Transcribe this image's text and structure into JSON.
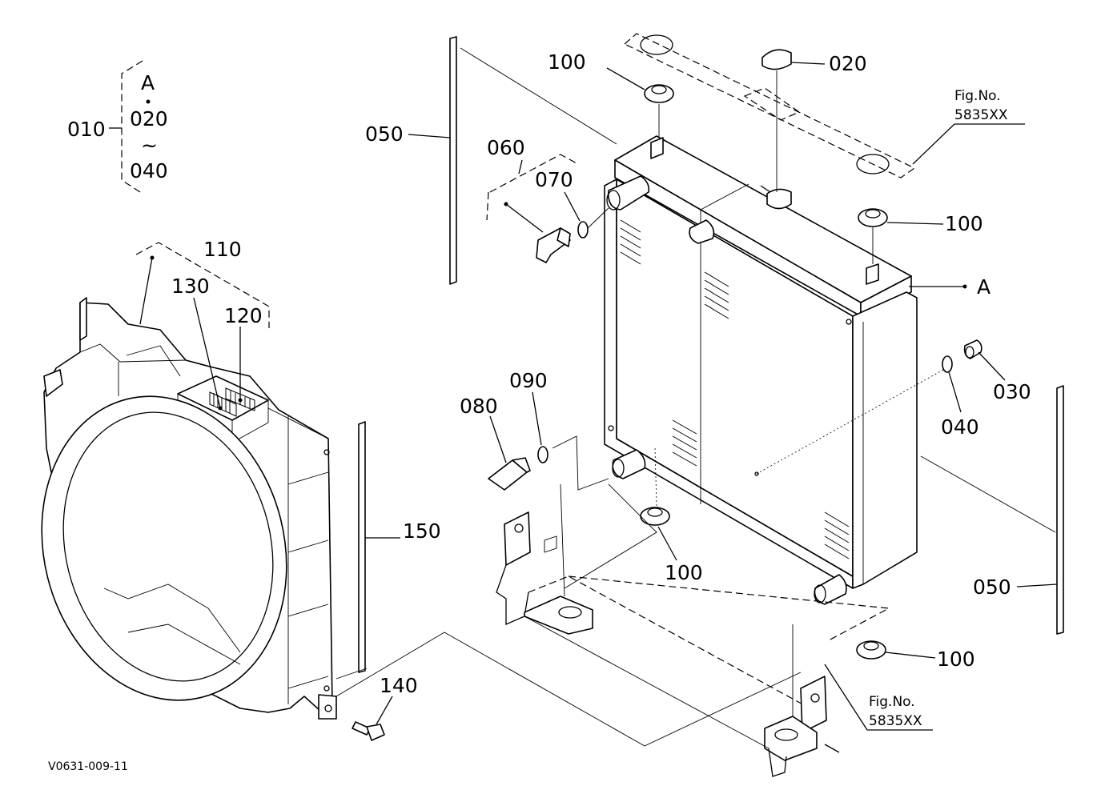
{
  "diagram": {
    "group_010": {
      "number": "010",
      "members": [
        "A",
        "020",
        "~",
        "040"
      ]
    },
    "group_110": {
      "number": "110",
      "members": [
        "130",
        "120"
      ]
    },
    "group_060": {
      "number": "060",
      "members": [
        "070"
      ]
    },
    "callouts": {
      "c050_left": "050",
      "c050_right": "050",
      "c060": "060",
      "c070": "070",
      "c080": "080",
      "c090": "090",
      "c100_top": "100",
      "c100_right": "100",
      "c100_mid": "100",
      "c100_bottom": "100",
      "c020": "020",
      "c030": "030",
      "c040": "040",
      "c110": "110",
      "c120": "120",
      "c130": "130",
      "c140": "140",
      "c150": "150",
      "cA": "A"
    },
    "fig_refs": {
      "top": {
        "line1": "Fig.No.",
        "line2": "5835XX"
      },
      "bottom": {
        "line1": "Fig.No.",
        "line2": "5835XX"
      }
    },
    "drawing_code": "V0631-009-11"
  }
}
